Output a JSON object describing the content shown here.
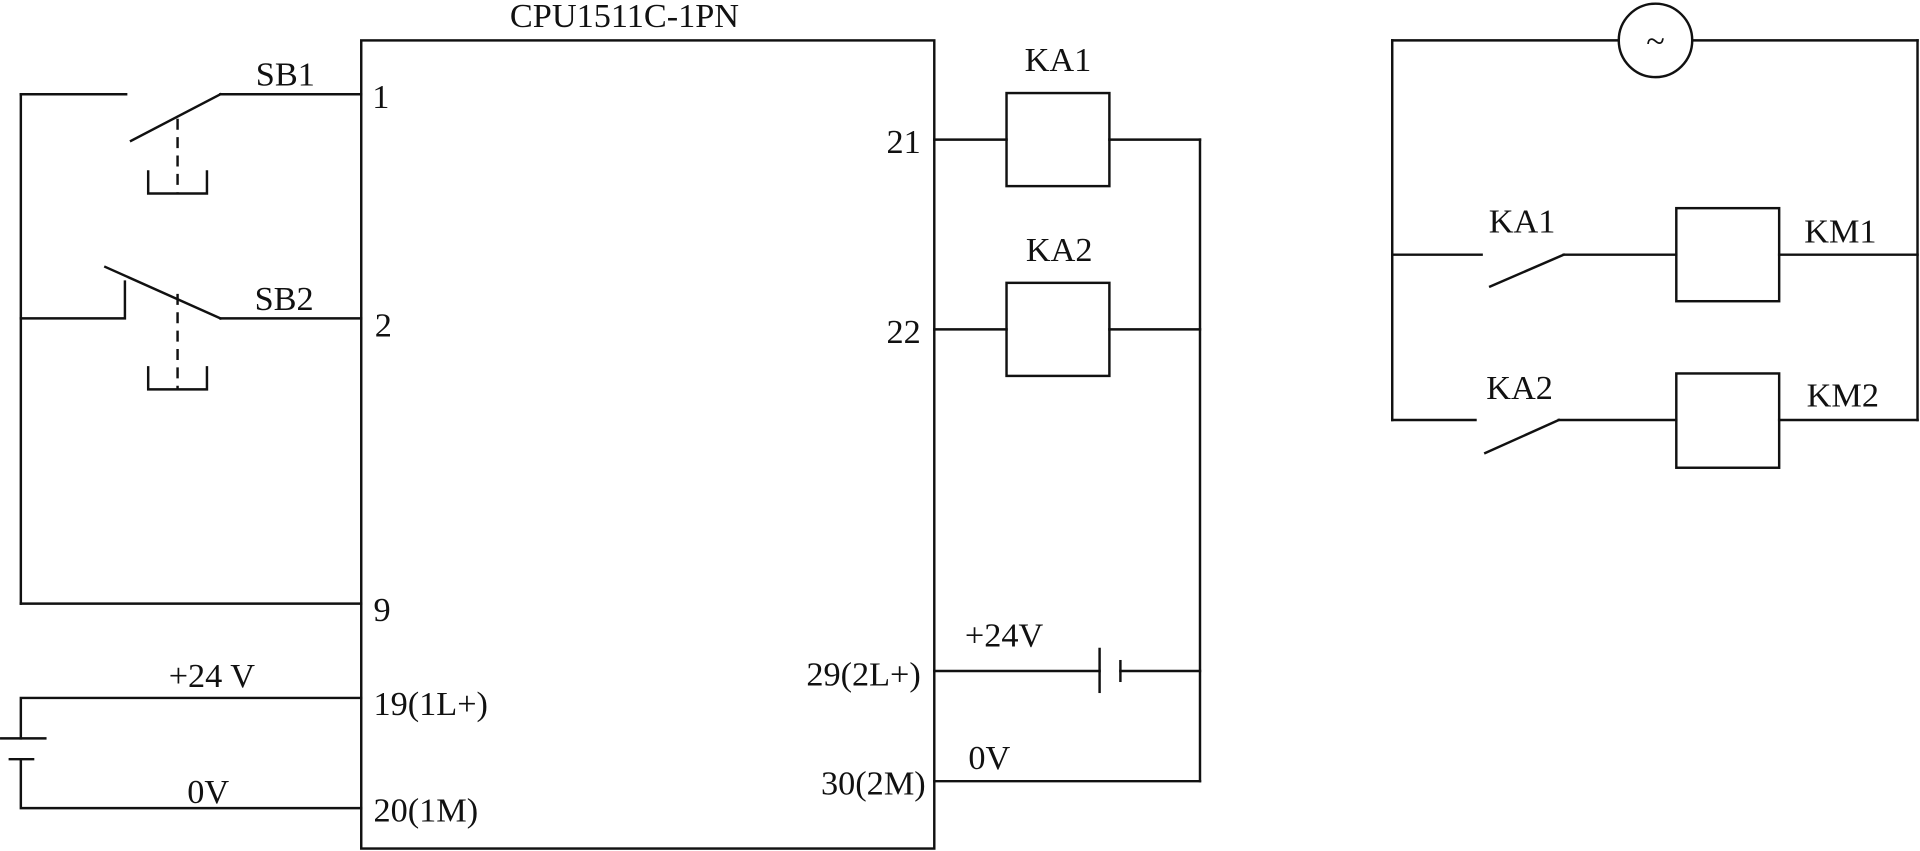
{
  "cpu": {
    "title": "CPU1511C-1PN"
  },
  "inputs": {
    "sb1": "SB1",
    "sb2": "SB2",
    "terminal_1": "1",
    "terminal_2": "2",
    "terminal_9": "9",
    "terminal_19": "19(1L+)",
    "terminal_20": "20(1M)",
    "supply_plus": "+24 V",
    "supply_zero": "0V"
  },
  "outputs": {
    "terminal_21": "21",
    "terminal_22": "22",
    "terminal_29": "29(2L+)",
    "terminal_30": "30(2M)",
    "relay_ka1": "KA1",
    "relay_ka2": "KA2",
    "supply_plus": "+24V",
    "supply_zero": "0V"
  },
  "ac_circuit": {
    "source_symbol": "~",
    "contact_ka1": "KA1",
    "contact_ka2": "KA2",
    "coil_km1": "KM1",
    "coil_km2": "KM2"
  }
}
